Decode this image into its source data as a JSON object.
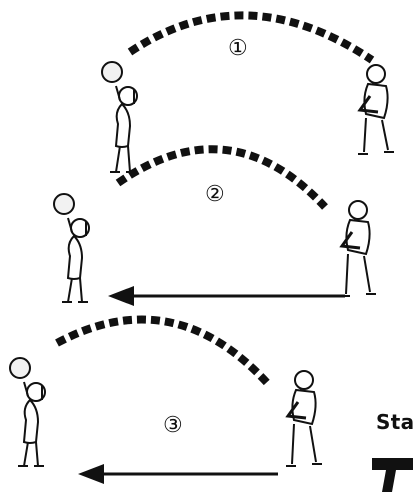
{
  "steps": [
    {
      "marker": "①"
    },
    {
      "marker": "②"
    },
    {
      "marker": "③"
    }
  ],
  "partial_label": "Sta",
  "colors": {
    "ink": "#111111",
    "ball": "#f2f2f2"
  },
  "icons": [
    "player-setting-figure",
    "player-passing-figure",
    "ball-trajectory-arc",
    "movement-arrow"
  ]
}
